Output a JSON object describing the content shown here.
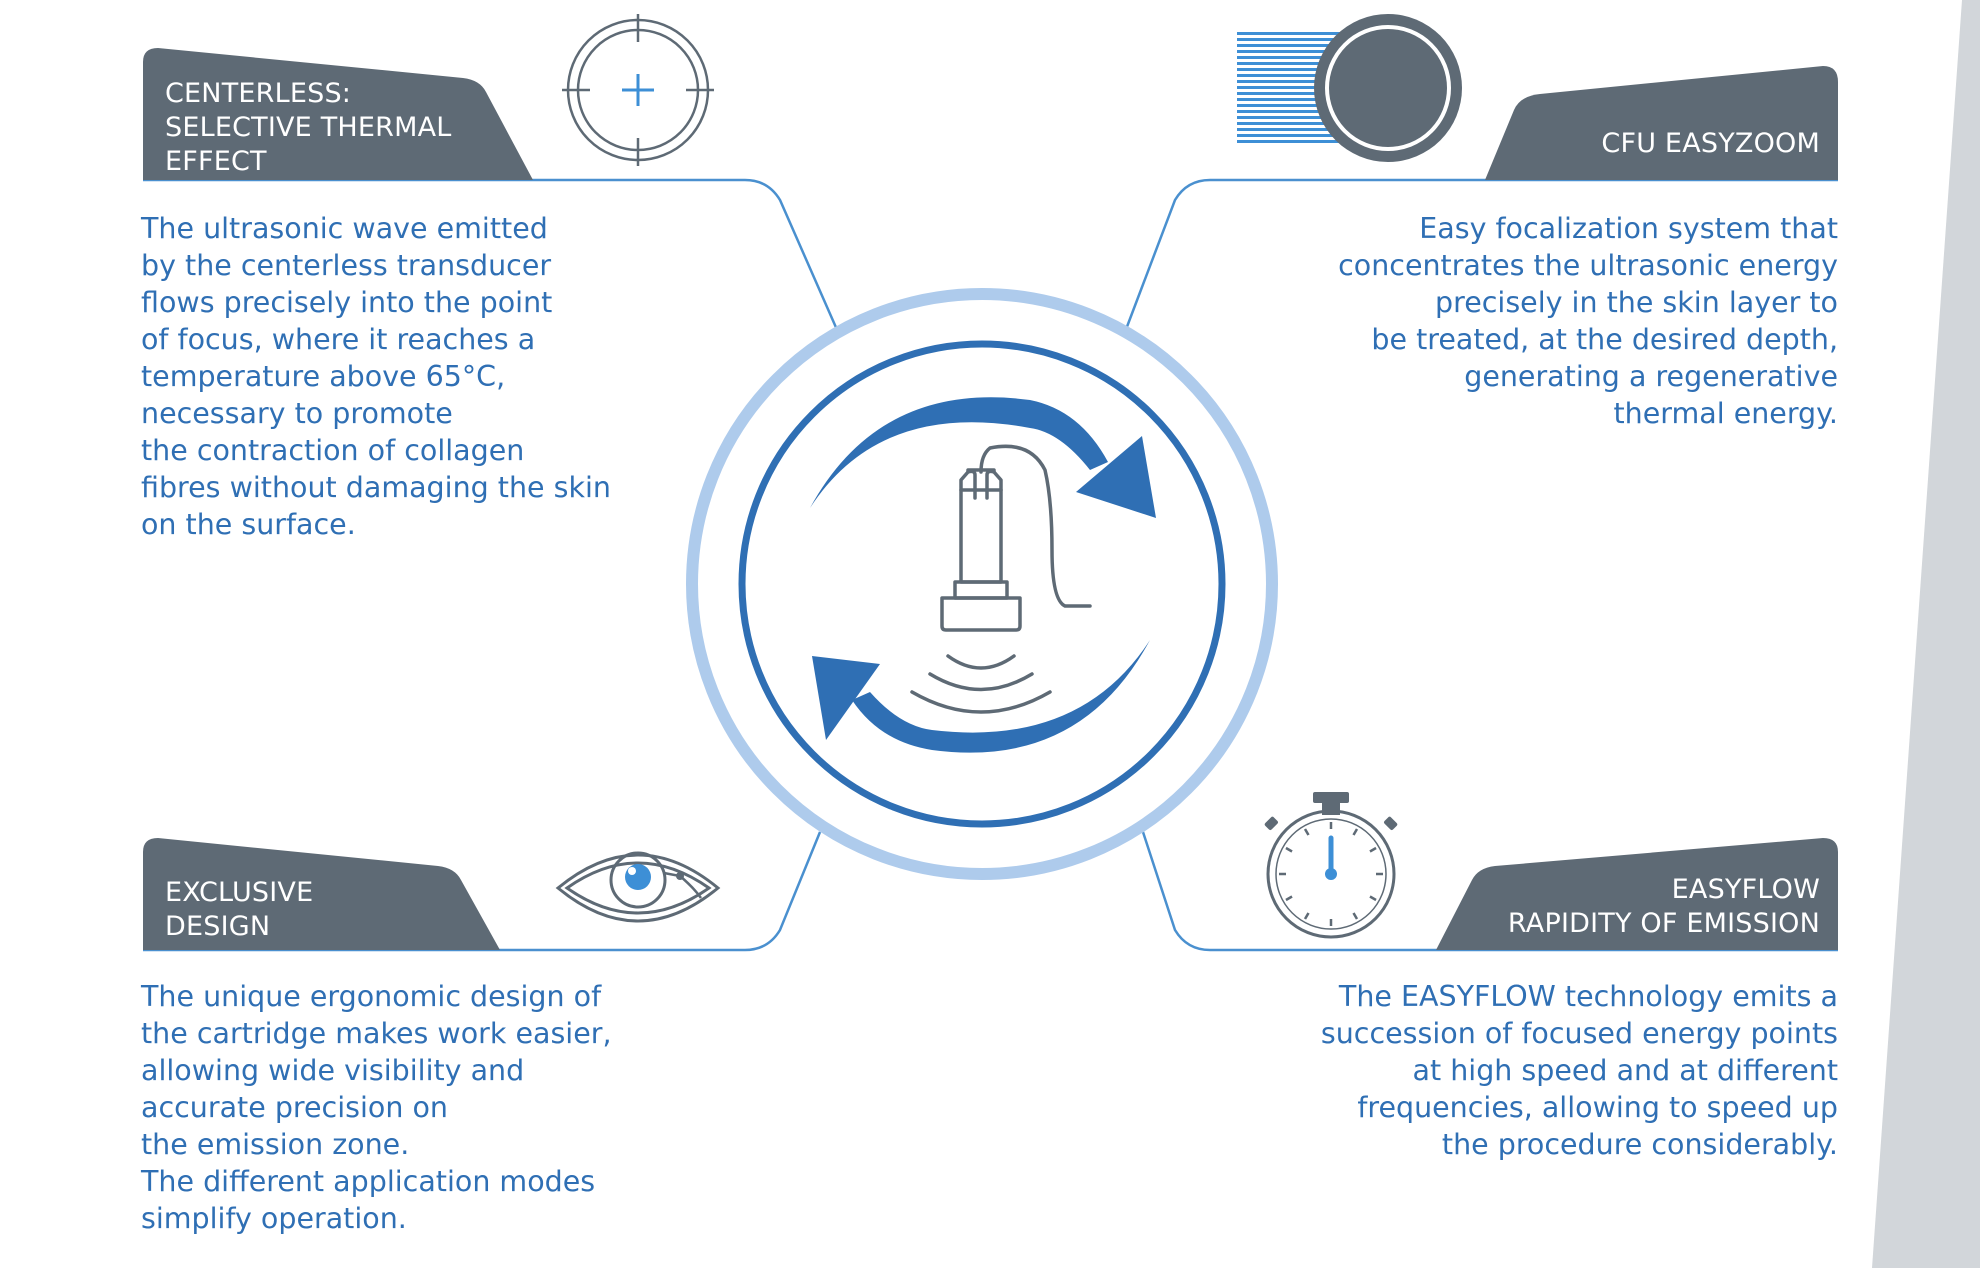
{
  "colors": {
    "header_bg": "#5e6a75",
    "text_blue": "#2f6fb4",
    "line_blue": "#4a90cf",
    "ring_light": "#aecbec",
    "ring_dark": "#2f6fb4",
    "icon_gray": "#5e6a75",
    "side_panel": "#d2d6da"
  },
  "sections": {
    "centerless": {
      "title": "CENTERLESS:\nSELECTIVE THERMAL\nEFFECT",
      "text": "The ultrasonic wave emitted\nby the centerless transducer\nflows precisely into the point\nof focus, where it reaches a\ntemperature above 65°C,\nnecessary to promote\nthe contraction of collagen\nfibres without damaging the skin\non the surface.",
      "icon": "crosshair-icon"
    },
    "easyzoom": {
      "title": "CFU EASYZOOM",
      "text": "Easy focalization system that\nconcentrates the ultrasonic energy\nprecisely in the skin layer to\nbe treated, at the desired depth,\ngenerating a regenerative\nthermal energy.",
      "icon": "zoom-lens-icon"
    },
    "design": {
      "title": "EXCLUSIVE\nDESIGN",
      "text": "The unique ergonomic design of\nthe cartridge makes work easier,\nallowing wide visibility and\naccurate precision on\nthe emission zone.\nThe different application modes\nsimplify operation.",
      "icon": "eye-icon"
    },
    "easyflow": {
      "title": "EASYFLOW\nRAPIDITY OF EMISSION",
      "text": "The EASYFLOW technology emits a\nsuccession of focused energy points\nat high speed and at different\nfrequencies, allowing to speed up\nthe procedure considerably.",
      "icon": "stopwatch-icon"
    }
  },
  "center": {
    "icon": "ultrasound-probe-icon"
  }
}
